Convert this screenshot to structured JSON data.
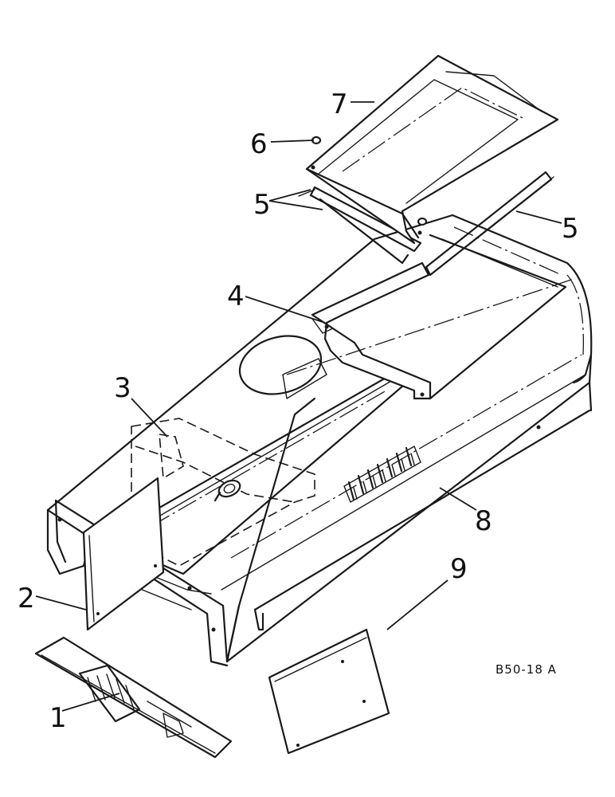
{
  "diagram": {
    "callouts": [
      {
        "id": "1",
        "label": "1"
      },
      {
        "id": "2",
        "label": "2"
      },
      {
        "id": "3",
        "label": "3"
      },
      {
        "id": "4",
        "label": "4"
      },
      {
        "id": "5a",
        "label": "5"
      },
      {
        "id": "5b",
        "label": "5"
      },
      {
        "id": "6",
        "label": "6"
      },
      {
        "id": "7",
        "label": "7"
      },
      {
        "id": "8",
        "label": "8"
      },
      {
        "id": "9",
        "label": "9"
      }
    ],
    "reference_code": "B50-18 A"
  }
}
